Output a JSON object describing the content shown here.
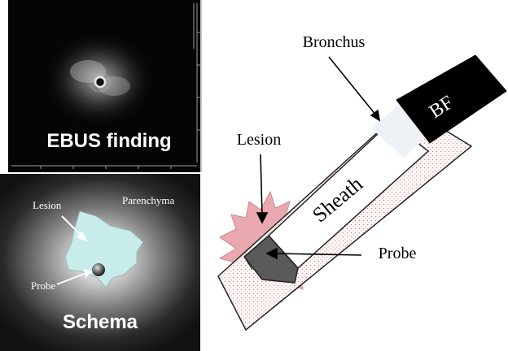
{
  "ebus": {
    "caption": "EBUS finding"
  },
  "schema": {
    "title": "Schema",
    "lesion_label": "Lesion",
    "probe_label": "Probe",
    "parenchyma_label": "Parenchyma"
  },
  "diagram": {
    "bronchus_label": "Bronchus",
    "bf_label": "BF",
    "sheath_label": "Sheath",
    "lesion_label": "Lesion",
    "probe_label": "Probe"
  },
  "colors": {
    "lesion_fill": "#c8ecea",
    "lesion_pink": "#e8a0a8",
    "probe_fill": "#5a5a5a",
    "bronchus_dots": "#e47a7a"
  }
}
